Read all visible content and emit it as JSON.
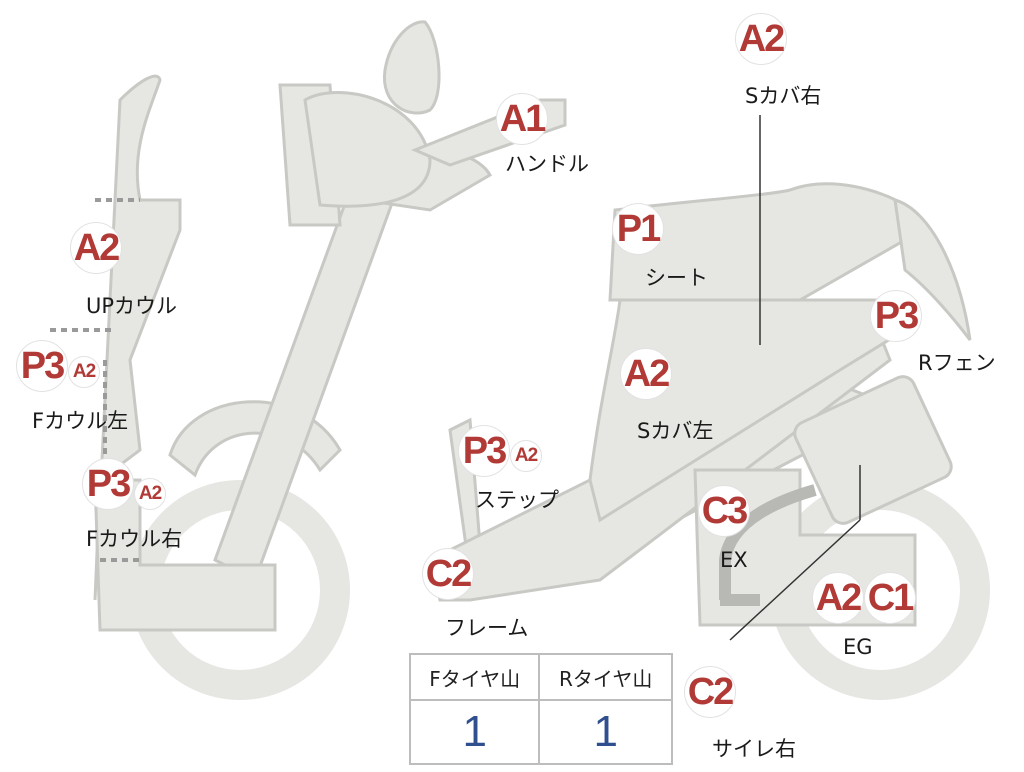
{
  "parts": {
    "handle": {
      "code": "A1",
      "label": "ハンドル"
    },
    "s_cover_r": {
      "code": "A2",
      "label": "Sカバ右"
    },
    "up_cowl": {
      "code": "A2",
      "label": "UPカウル"
    },
    "seat": {
      "code": "P1",
      "label": "シート"
    },
    "r_fender": {
      "code": "P3",
      "label": "Rフェン"
    },
    "f_cowl_left": {
      "code": "P3",
      "sub": "A2",
      "label": "Fカウル左"
    },
    "s_cover_l": {
      "code": "A2",
      "label": "Sカバ左"
    },
    "step": {
      "code": "P3",
      "sub": "A2",
      "label": "ステップ"
    },
    "f_cowl_right": {
      "code": "P3",
      "sub": "A2",
      "label": "Fカウル右"
    },
    "exhaust": {
      "code": "C3",
      "label": "EX"
    },
    "frame": {
      "code": "C2",
      "label": "フレーム"
    },
    "engine": {
      "code": "A2",
      "code2": "C1",
      "label": "EG"
    },
    "silencer_r": {
      "code": "C2",
      "label": "サイレ右"
    }
  },
  "tires": {
    "headers": [
      "Fタイヤ山",
      "Rタイヤ山"
    ],
    "values": [
      "1",
      "1"
    ]
  },
  "colors": {
    "badge_text": "#b23a36",
    "tire_value": "#2f4f8f",
    "body": "#e6e6e3",
    "outline": "#c8c8c4"
  },
  "chart_data": {
    "type": "table",
    "columns": [
      "Fタイヤ山",
      "Rタイヤ山"
    ],
    "rows": [
      [
        "1",
        "1"
      ]
    ]
  }
}
